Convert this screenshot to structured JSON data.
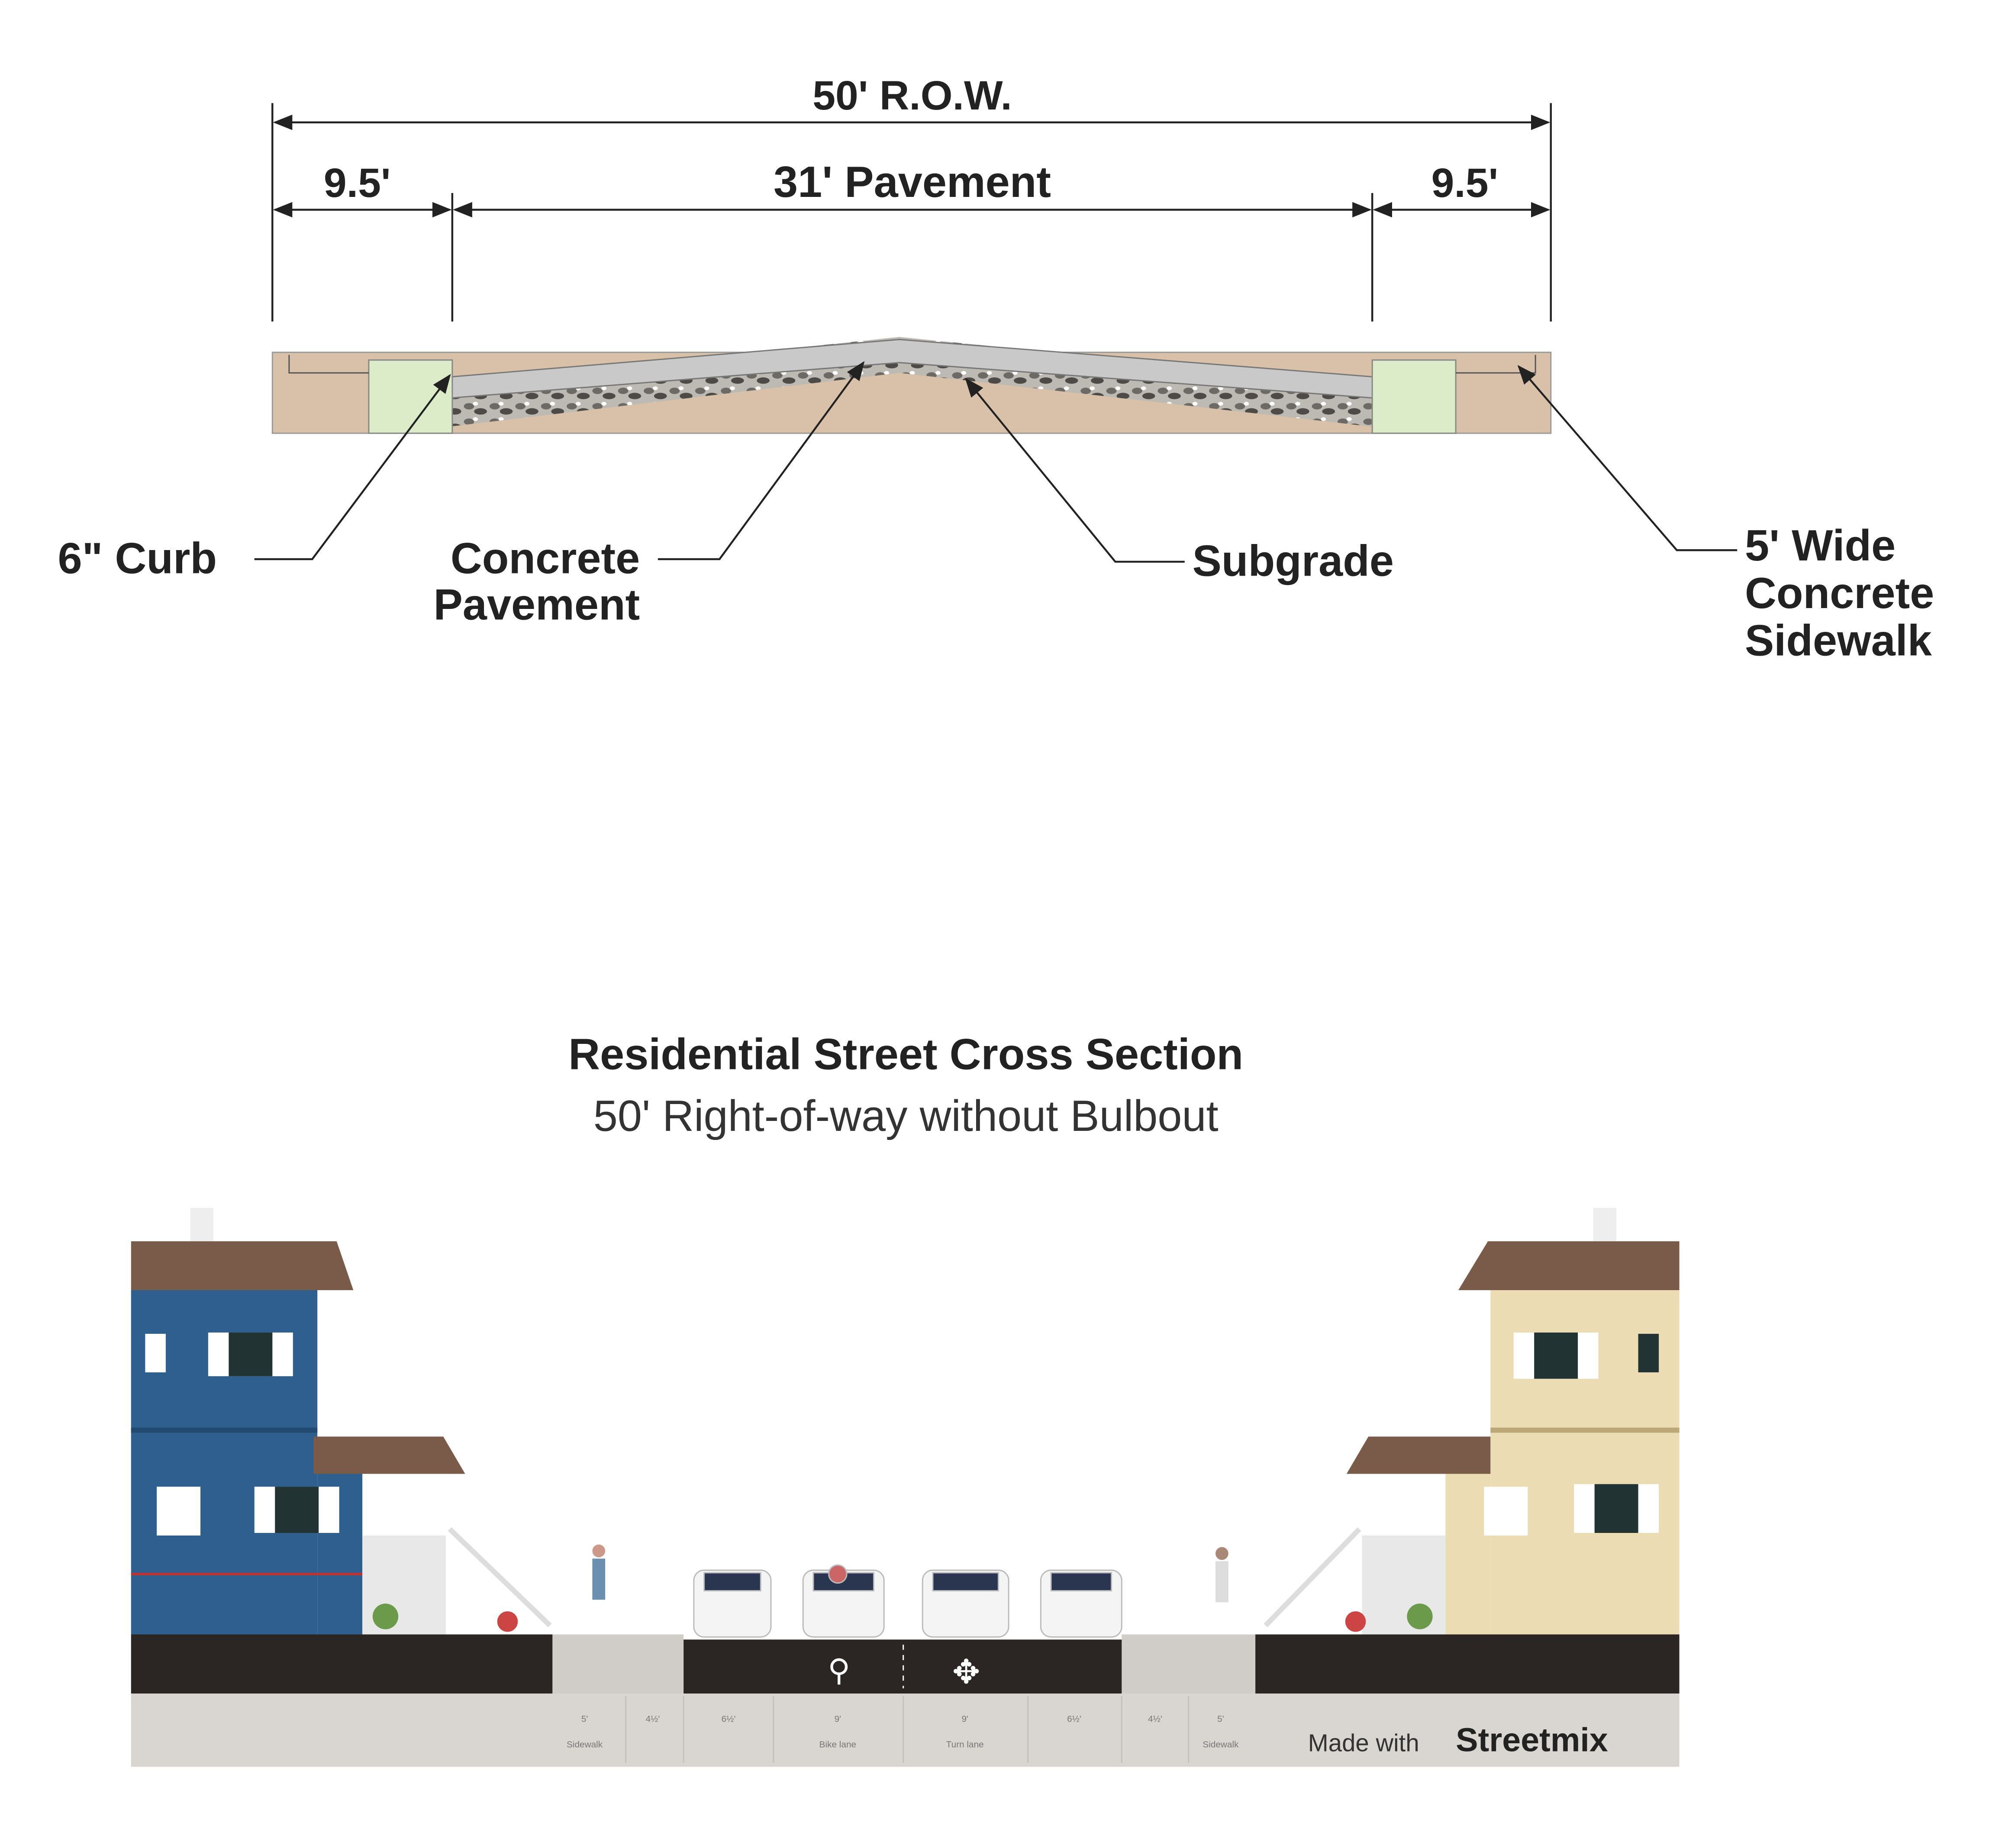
{
  "plan": {
    "row_label": "50' R.O.W.",
    "left_label": "9.5'",
    "pavement_label": "31' Pavement",
    "right_label": "9.5'",
    "callouts": {
      "curb": "6\" Curb",
      "concrete_line1": "Concrete",
      "concrete_line2": "Pavement",
      "subgrade": "Subgrade",
      "sidewalk_line1": "5' Wide",
      "sidewalk_line2": "Concrete",
      "sidewalk_line3": "Sidewalk"
    },
    "colors": {
      "soil": "#d8c1a8",
      "curb": "#dcebc8",
      "concrete": "#c9c9c9"
    }
  },
  "section": {
    "title": "Residential Street Cross Section",
    "subtitle": "50' Right-of-way without Bulbout",
    "segments": [
      {
        "width": "5'",
        "name": "Sidewalk"
      },
      {
        "width": "4½'",
        "name": ""
      },
      {
        "width": "6½'",
        "name": ""
      },
      {
        "width": "9'",
        "name": "Bike lane"
      },
      {
        "width": "9'",
        "name": "Turn lane"
      },
      {
        "width": "6½'",
        "name": ""
      },
      {
        "width": "4½'",
        "name": ""
      },
      {
        "width": "5'",
        "name": "Sidewalk"
      }
    ],
    "credit_prefix": "Made with",
    "credit_brand": "Streetmix",
    "colors": {
      "left_house": "#2e5f8e",
      "right_house": "#ecdcb4",
      "roof": "#7a5b4a",
      "asphalt": "#2b2623"
    }
  }
}
